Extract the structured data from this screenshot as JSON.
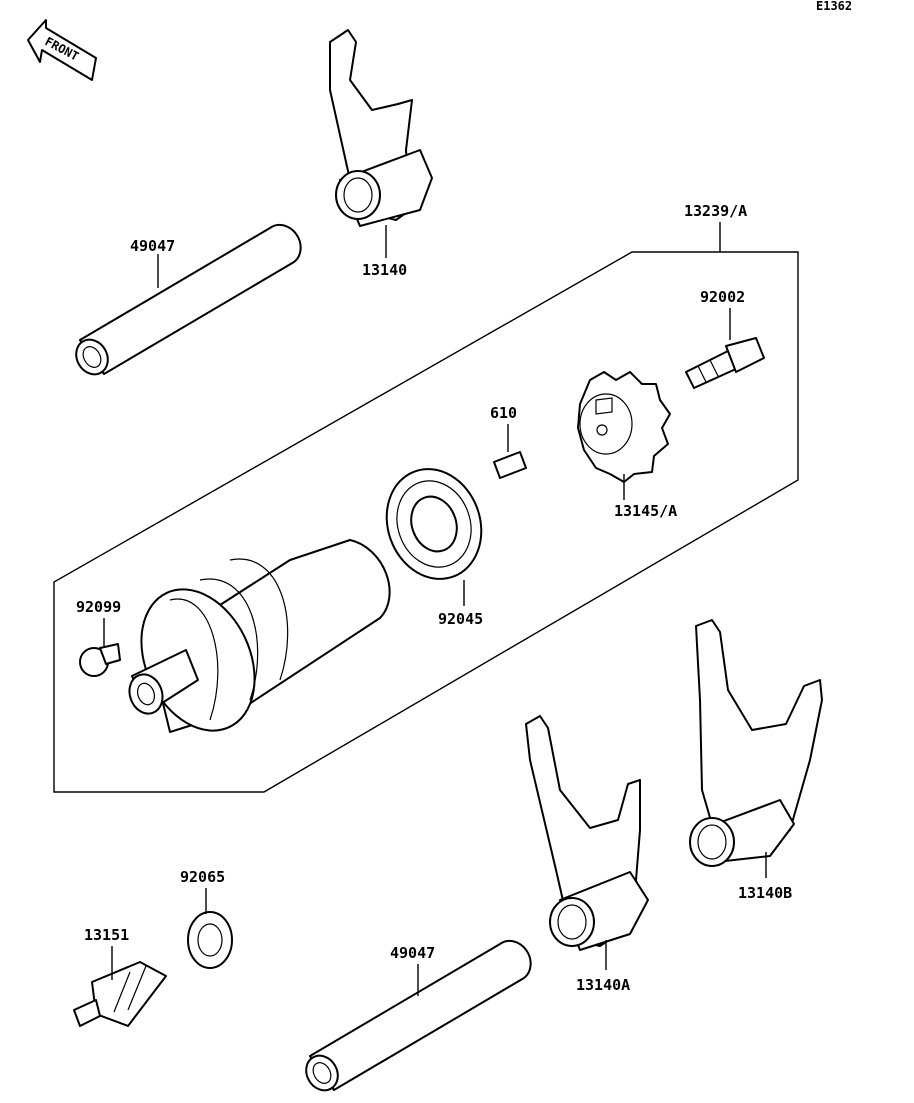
{
  "diagram_code": "E1362",
  "front_arrow_label": "FRONT",
  "labels": {
    "shaft_top": "49047",
    "fork_top": "13140",
    "drum_assy": "13239/A",
    "bolt": "92002",
    "pin": "610",
    "holder": "13145/A",
    "pin_drum": "92099",
    "bearing": "92045",
    "washer": "92065",
    "switch": "13151",
    "shaft_bottom": "49047",
    "fork_a": "13140A",
    "fork_b": "13140B"
  }
}
